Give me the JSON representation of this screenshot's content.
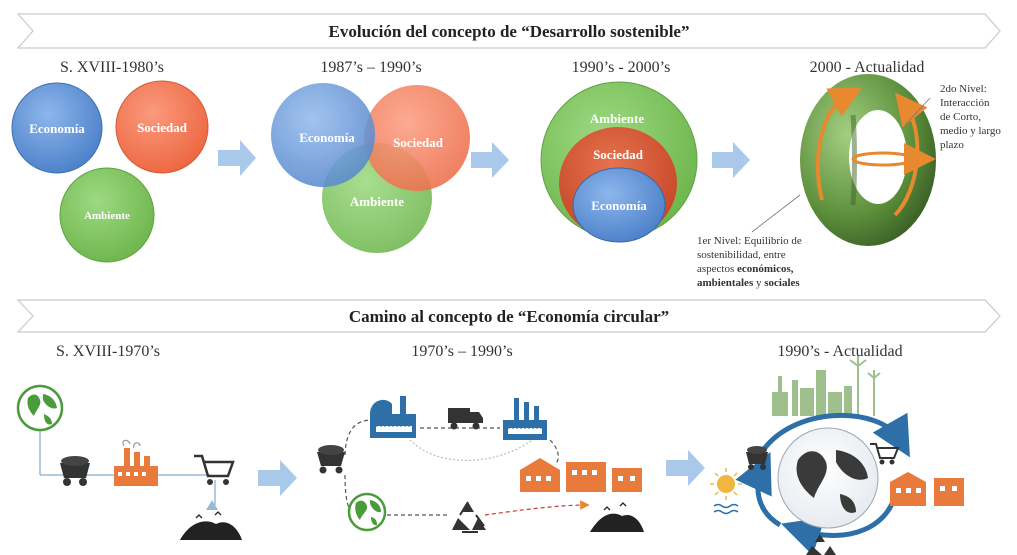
{
  "section1": {
    "title": "Evolución del concepto de “Desarrollo sostenible”",
    "periods": [
      "S. XVIII-1980’s",
      "1987’s – 1990’s",
      "1990’s - 2000’s",
      "2000 - Actualidad"
    ],
    "circles": {
      "economia": "Economía",
      "sociedad": "Sociedad",
      "ambiente": "Ambiente",
      "economia_nested": "Economía"
    },
    "torus": {
      "level2": [
        "2do Nivel:",
        "Interacción",
        "de Corto,",
        "medio y largo",
        "plazo"
      ],
      "level1_line1": "1er Nivel: Equilibrio de",
      "level1_line2": "sostenibilidad, entre",
      "level1_line3_prefix": "aspectos ",
      "level1_line3_bold": "económicos,",
      "level1_line4_bold1": "ambientales",
      "level1_line4_mid": " y ",
      "level1_line4_bold2": "sociales"
    }
  },
  "section2": {
    "title": "Camino al concepto de “Economía circular”",
    "periods": [
      "S. XVIII-1970’s",
      "1970’s – 1990’s",
      "1990’s - Actualidad"
    ]
  },
  "colors": {
    "economia": "#5b8fd6",
    "sociedad": "#f26f4f",
    "ambiente": "#79c25a",
    "arrow": "#a9c8ea",
    "orange": "#e87b3c",
    "steel": "#2e6fa8",
    "torus": "#4d7a33"
  },
  "icons": [
    "globe-icon",
    "mine-cart-icon",
    "factory-icon",
    "shopping-cart-icon",
    "landfill-icon",
    "recycle-icon",
    "truck-icon",
    "houses-icon",
    "sun-icon",
    "city-icon"
  ]
}
